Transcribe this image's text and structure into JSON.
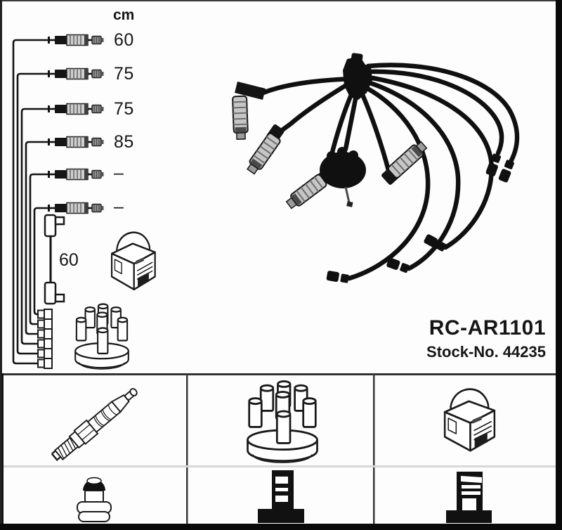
{
  "schematic": {
    "unit_label": "cm",
    "wire_lengths": [
      "60",
      "75",
      "75",
      "85",
      "–",
      "–"
    ],
    "coil_wire_length": "60",
    "icons": [
      "spark-plug-wire",
      "ignition-coil",
      "distributor-cap",
      "terminal"
    ]
  },
  "product": {
    "part_number": "RC-AR1101",
    "stock_number_label": "Stock-No. 44235"
  },
  "legend": {
    "row1_icons": [
      "spark-plug",
      "distributor-cap",
      "ignition-coil"
    ],
    "row2_icons": [
      "plug-terminal-nut",
      "distributor-terminal-type-1",
      "distributor-terminal-type-2"
    ]
  },
  "colors": {
    "line_art": "#1a1a1a",
    "metal_gray": "#c6c6c6",
    "separator_light": "#d8d8d8",
    "border_dark": "#333333",
    "edge_black": "#0a0a0a"
  }
}
